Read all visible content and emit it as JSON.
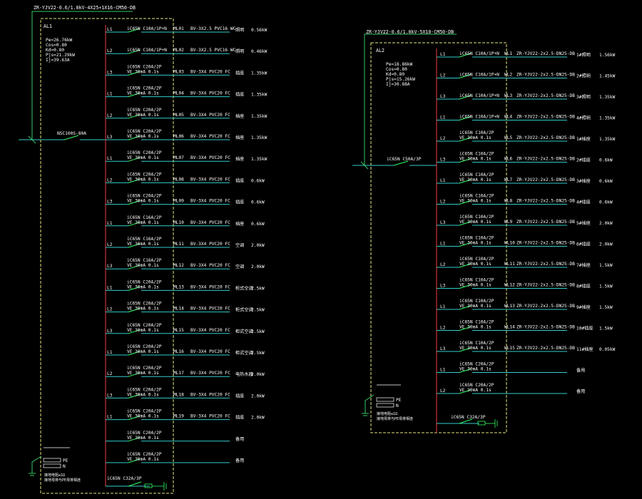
{
  "colors": {
    "background": "#000000",
    "frame": "#e6e67a",
    "feeder": "#33cc66",
    "busbar": "#cc3333",
    "circuit": "#33cccc",
    "breaker": "#33ff66",
    "text": "#ffffff",
    "phase": "#ffffff"
  },
  "panel_al1": {
    "feeder_cable": "ZR-YJV22-0.6/1.0kV-4X25+1X16-CM50-DB",
    "panel_id": "AL1",
    "params": [
      "Pe=26.76kW",
      "Cos=0.80",
      "Kd=0.80",
      "Pjs=21.29kW",
      "Ij=39.63A"
    ],
    "main_breaker": "NSC100S-80A",
    "circuits": [
      {
        "phase": "L1",
        "breaker": [
          "iC65N C10A/1P+N"
        ],
        "id": "ML01",
        "cable": "BV-3X2.5 PVC16 WC",
        "load": "照明",
        "power": "0.56kW"
      },
      {
        "phase": "L2",
        "breaker": [
          "iC65N C10A/1P+N"
        ],
        "id": "ML02",
        "cable": "BV-3X2.5 PVC16 WC",
        "load": "照明",
        "power": "0.46kW"
      },
      {
        "phase": "L3",
        "breaker": [
          "iC65N C20A/2P",
          "VE 30mA 0.1s"
        ],
        "id": "ML03",
        "cable": "BV-3X4 PVC20 FC",
        "load": "插座",
        "power": "1.35kW"
      },
      {
        "phase": "L1",
        "breaker": [
          "iC65N C20A/2P",
          "VE 30mA 0.1s"
        ],
        "id": "ML04",
        "cable": "BV-3X4 PVC20 FC",
        "load": "插座",
        "power": "1.35kW"
      },
      {
        "phase": "L2",
        "breaker": [
          "iC65N C20A/2P",
          "VE 30mA 0.1s"
        ],
        "id": "ML05",
        "cable": "BV-3X4 PVC20 FC",
        "load": "插座",
        "power": "1.35kW"
      },
      {
        "phase": "L3",
        "breaker": [
          "iC65N C20A/2P",
          "VE 30mA 0.1s"
        ],
        "id": "ML06",
        "cable": "BV-3X4 PVC20 FC",
        "load": "插座",
        "power": "1.35kW"
      },
      {
        "phase": "L1",
        "breaker": [
          "iC65N C20A/2P",
          "VE 30mA 0.1s"
        ],
        "id": "ML07",
        "cable": "BV-3X4 PVC20 FC",
        "load": "插座",
        "power": "1.35kW"
      },
      {
        "phase": "L2",
        "breaker": [
          "iC65N C20A/2P",
          "VE 30mA 0.1s"
        ],
        "id": "ML08",
        "cable": "BV-3X4 PVC20 FC",
        "load": "插座",
        "power": "0.6kW"
      },
      {
        "phase": "L3",
        "breaker": [
          "iC65N C20A/2P",
          "VE 30mA 0.1s"
        ],
        "id": "ML09",
        "cable": "BV-3X4 PVC20 FC",
        "load": "插座",
        "power": "0.6kW"
      },
      {
        "phase": "L1",
        "breaker": [
          "iC65N C16A/2P",
          "VE 30mA 0.1s"
        ],
        "id": "ML10",
        "cable": "BV-3X4 PVC20 FC",
        "load": "插座",
        "power": "0.6kW"
      },
      {
        "phase": "L2",
        "breaker": [
          "iC65N C16A/2P",
          "VE 30mA 0.1s"
        ],
        "id": "ML11",
        "cable": "BV-3X4 PVC20 FC",
        "load": "空调",
        "power": "2.0kW"
      },
      {
        "phase": "L3",
        "breaker": [
          "iC65N C16A/2P",
          "VE 30mA 0.1s"
        ],
        "id": "ML12",
        "cable": "BV-3X4 PVC20 FC",
        "load": "空调",
        "power": "2.0kW"
      },
      {
        "phase": "L1",
        "breaker": [
          "iC65N C20A/2P",
          "VE 30mA 0.1s"
        ],
        "id": "ML13",
        "cable": "BV-3X4 PVC20 FC",
        "load": "柜式空调",
        "power": "2.5kW"
      },
      {
        "phase": "L2",
        "breaker": [
          "iC65N C20A/2P",
          "VE 30mA 0.1s"
        ],
        "id": "ML14",
        "cable": "BV-3X4 PVC20 FC",
        "load": "柜式空调",
        "power": "2.5kW"
      },
      {
        "phase": "L3",
        "breaker": [
          "iC65N C20A/2P",
          "VE 30mA 0.1s"
        ],
        "id": "ML15",
        "cable": "BV-3X4 PVC20 FC",
        "load": "柜式空调",
        "power": "2.5kW"
      },
      {
        "phase": "L1",
        "breaker": [
          "iC65N C20A/2P",
          "VE 30mA 0.1s"
        ],
        "id": "ML16",
        "cable": "BV-3X4 PVC20 FC",
        "load": "柜式空调",
        "power": "2.5kW"
      },
      {
        "phase": "L2",
        "breaker": [
          "iC65N C20A/2P",
          "VE 30mA 0.1s"
        ],
        "id": "ML17",
        "cable": "BV-3X4 PVC20 FC",
        "load": "电热水器",
        "power": "2.0kW"
      },
      {
        "phase": "L3",
        "breaker": [
          "iC65N C20A/2P",
          "VE 30mA 0.1s"
        ],
        "id": "ML18",
        "cable": "BV-3X4 PVC20 FC",
        "load": "插座",
        "power": "2.0kW"
      },
      {
        "phase": "L1",
        "breaker": [
          "iC65N C20A/2P",
          "VE 30mA 0.1s"
        ],
        "id": "ML19",
        "cable": "BV-3X4 PVC20 FC",
        "load": "插座",
        "power": "2.0kW"
      },
      {
        "phase": "",
        "breaker": [
          "iC65N C20A/2P",
          "VE 30mA 0.1s"
        ],
        "id": "",
        "cable": "",
        "load": "备用",
        "power": ""
      },
      {
        "phase": "",
        "breaker": [
          "iC65N C20A/2P",
          "VE 30mA 0.1s"
        ],
        "id": "",
        "cable": "",
        "load": "备用",
        "power": ""
      }
    ],
    "spd_breaker": "iC65N C32A/3P",
    "pe_label": "PE",
    "n_label": "N",
    "earth_note": [
      "接地电阻≤1Ω",
      "接地母排与PE母排相连"
    ]
  },
  "panel_al2": {
    "feeder_cable": "ZR-YJV22-0.6/1.0kV-5X10-CM50-DB",
    "panel_id": "AL2",
    "params": [
      "Pe=18.86kW",
      "Cos=0.80",
      "Kd=0.80",
      "Pjs=15.26kW",
      "Ij=30.88A"
    ],
    "main_breaker": "iC65N C50A/3P",
    "circuits": [
      {
        "phase": "L1",
        "breaker": [
          "iC65N C10A/1P+N"
        ],
        "id": "WL1",
        "cable": "ZR-YJV22-2x2.5-DN25-DB",
        "load": "1#照明",
        "power": "1.56kW"
      },
      {
        "phase": "L2",
        "breaker": [
          "iC65N C10A/1P+N"
        ],
        "id": "WL2",
        "cable": "ZR-YJV22-2x2.5-DN25-DB",
        "load": "2#照明",
        "power": "1.45kW"
      },
      {
        "phase": "L3",
        "breaker": [
          "iC65N C10A/1P+N"
        ],
        "id": "WL3",
        "cable": "ZR-YJV22-2x2.5-DN25-DB",
        "load": "3#照明",
        "power": "1.35kW"
      },
      {
        "phase": "L1",
        "breaker": [
          "iC65N C10A/1P+N"
        ],
        "id": "WL4",
        "cable": "ZR-YJV22-2x2.5-DN25-DB",
        "load": "4#照明",
        "power": "1.35kW"
      },
      {
        "phase": "L2",
        "breaker": [
          "iC65N C10A/2P",
          "VE 30mA 0.1s"
        ],
        "id": "WL5",
        "cable": "ZR-YJV22-2x2.5-DN25-DB",
        "load": "1#插座",
        "power": "1.35kW"
      },
      {
        "phase": "L3",
        "breaker": [
          "iC65N C10A/2P",
          "VE 30mA 0.1s"
        ],
        "id": "WL6",
        "cable": "ZR-YJV22-2x2.5-DN25-DB",
        "load": "2#插座",
        "power": "0.6kW"
      },
      {
        "phase": "L1",
        "breaker": [
          "iC65N C10A/2P",
          "VE 30mA 0.1s"
        ],
        "id": "WL7",
        "cable": "ZR-YJV22-2x2.5-DN25-DB",
        "load": "3#插座",
        "power": "0.6kW"
      },
      {
        "phase": "L2",
        "breaker": [
          "iC65N C10A/2P",
          "VE 30mA 0.1s"
        ],
        "id": "WL8",
        "cable": "ZR-YJV22-2x2.5-DN25-DB",
        "load": "4#插座",
        "power": "0.6kW"
      },
      {
        "phase": "L3",
        "breaker": [
          "iC65N C10A/2P",
          "VE 30mA 0.1s"
        ],
        "id": "WL9",
        "cable": "ZR-YJV22-2x2.5-DN25-DB",
        "load": "5#插座",
        "power": "2.0kW"
      },
      {
        "phase": "L1",
        "breaker": [
          "iC65N C10A/2P",
          "VE 30mA 0.1s"
        ],
        "id": "WL10",
        "cable": "ZR-YJV22-2x2.5-DN25-DB",
        "load": "6#插座",
        "power": "2.0kW"
      },
      {
        "phase": "L2",
        "breaker": [
          "iC65N C10A/2P",
          "VE 30mA 0.1s"
        ],
        "id": "WL11",
        "cable": "ZR-YJV22-2x2.5-DN25-DB",
        "load": "7#插座",
        "power": "1.5kW"
      },
      {
        "phase": "L3",
        "breaker": [
          "iC65N C10A/2P",
          "VE 30mA 0.1s"
        ],
        "id": "WL12",
        "cable": "ZR-YJV22-2x2.5-DN25-DB",
        "load": "8#插座",
        "power": "1.5kW"
      },
      {
        "phase": "L1",
        "breaker": [
          "iC65N C10A/2P",
          "VE 30mA 0.1s"
        ],
        "id": "WL13",
        "cable": "ZR-YJV22-2x2.5-DN25-DB",
        "load": "9#插座",
        "power": "1.5kW"
      },
      {
        "phase": "L2",
        "breaker": [
          "iC65N C10A/2P",
          "VE 30mA 0.1s"
        ],
        "id": "WL14",
        "cable": "ZR-YJV22-2x2.5-DN25-DB",
        "load": "10#插座",
        "power": "1.5kW"
      },
      {
        "phase": "L3",
        "breaker": [
          "iC65N C10A/2P",
          "VE 30mA 0.1s"
        ],
        "id": "WL15",
        "cable": "ZR-YJV22-2x2.5-DN25-DB",
        "load": "11#插座",
        "power": "0.05kW"
      },
      {
        "phase": "L1",
        "breaker": [
          "iC65N C20A/2P",
          "VE 30mA 0.1s"
        ],
        "id": "",
        "cable": "",
        "load": "备用",
        "power": ""
      },
      {
        "phase": "L2",
        "breaker": [
          "iC65N C20A/2P",
          "VE 30mA 0.1s"
        ],
        "id": "",
        "cable": "",
        "load": "备用",
        "power": ""
      }
    ],
    "spd_breaker": "iC65N C32A/3P",
    "pe_label": "PE",
    "n_label": "N",
    "earth_note": [
      "接地电阻≤1Ω",
      "接地母排与PE母排相连"
    ]
  }
}
